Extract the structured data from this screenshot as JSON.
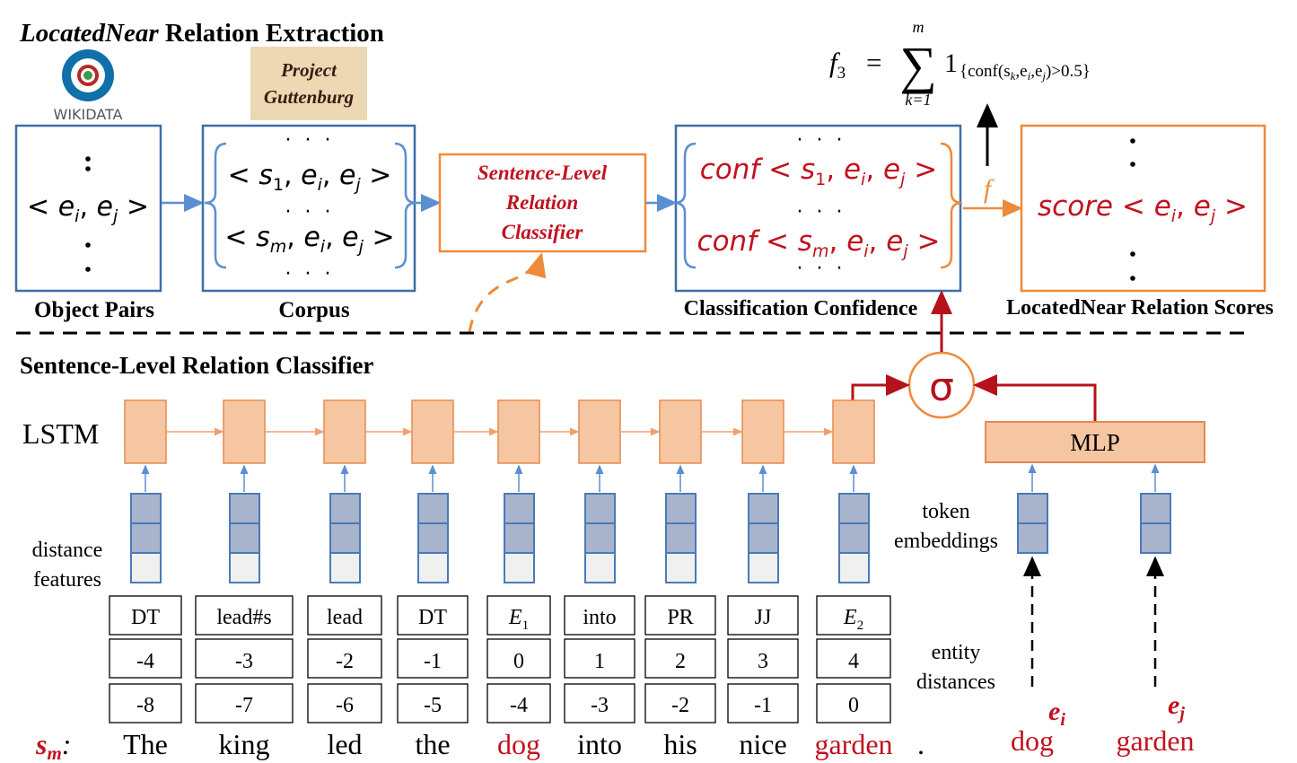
{
  "top": {
    "title_em": "LocatedNear",
    "title_rest": " Relation Extraction",
    "wikidata_label": "WIKIDATA",
    "gutenberg_line1": "Project",
    "gutenberg_line2": "Guttenburg",
    "object_pairs_label": "Object Pairs",
    "corpus_label": "Corpus",
    "classifier_lines": [
      "Sentence-Level",
      "Relation",
      "Classifier"
    ],
    "confidence_label": "Classification Confidence",
    "scores_label": "LocatedNear Relation Scores",
    "f_label": "f",
    "formula": {
      "lhs": "f",
      "lhs_sub": "3",
      "eq": "=",
      "sum_top": "m",
      "sum_sign": "∑",
      "sum_bottom": "k=1",
      "one": "1",
      "cond": "{conf(s",
      "cond_k": "k",
      "cond_rest": ",e",
      "cond_i": "i",
      "cond_rest2": ",e",
      "cond_j": "j",
      "cond_end": ")>0.5}"
    },
    "dots": "· · ·"
  },
  "bottom": {
    "title": "Sentence-Level Relation Classifier",
    "lstm_label": "LSTM",
    "distance_features_label": [
      "distance",
      "features"
    ],
    "token_embeddings_label": [
      "token",
      "embeddings"
    ],
    "entity_distances_label": [
      "entity",
      "distances"
    ],
    "mlp_label": "MLP",
    "sigma_label": "σ",
    "sm_label": "s",
    "sm_sub": "m",
    "sm_colon": ":",
    "columns": [
      {
        "tag": "DT",
        "d1": "-4",
        "d2": "-8",
        "word": "The",
        "entity": false
      },
      {
        "tag": "lead#s",
        "d1": "-3",
        "d2": "-7",
        "word": "king",
        "entity": false
      },
      {
        "tag": "lead",
        "d1": "-2",
        "d2": "-6",
        "word": "led",
        "entity": false
      },
      {
        "tag": "DT",
        "d1": "-1",
        "d2": "-5",
        "word": "the",
        "entity": false
      },
      {
        "tag": "E",
        "tag_sub": "1",
        "d1": "0",
        "d2": "-4",
        "word": "dog",
        "entity": true
      },
      {
        "tag": "into",
        "d1": "1",
        "d2": "-3",
        "word": "into",
        "entity": false
      },
      {
        "tag": "PR",
        "d1": "2",
        "d2": "-2",
        "word": "his",
        "entity": false
      },
      {
        "tag": "JJ",
        "d1": "3",
        "d2": "-1",
        "word": "nice",
        "entity": false
      },
      {
        "tag": "E",
        "tag_sub": "2",
        "d1": "4",
        "d2": "0",
        "word": "garden",
        "entity": true
      }
    ],
    "period": ".",
    "entity_i": {
      "symbol": "e",
      "sub": "i",
      "word": "dog"
    },
    "entity_j": {
      "symbol": "e",
      "sub": "j",
      "word": "garden"
    }
  },
  "colors": {
    "blue_box": "#3d6fa8",
    "orange_box": "#ee8a3a",
    "red_text": "#c1121f",
    "lstm_fill": "#f6c6a3",
    "lstm_stroke": "#e58a4e",
    "embed_fill": "#a8b4cc",
    "embed_stroke": "#4a7ab8",
    "dark_red": "#b5121b"
  }
}
